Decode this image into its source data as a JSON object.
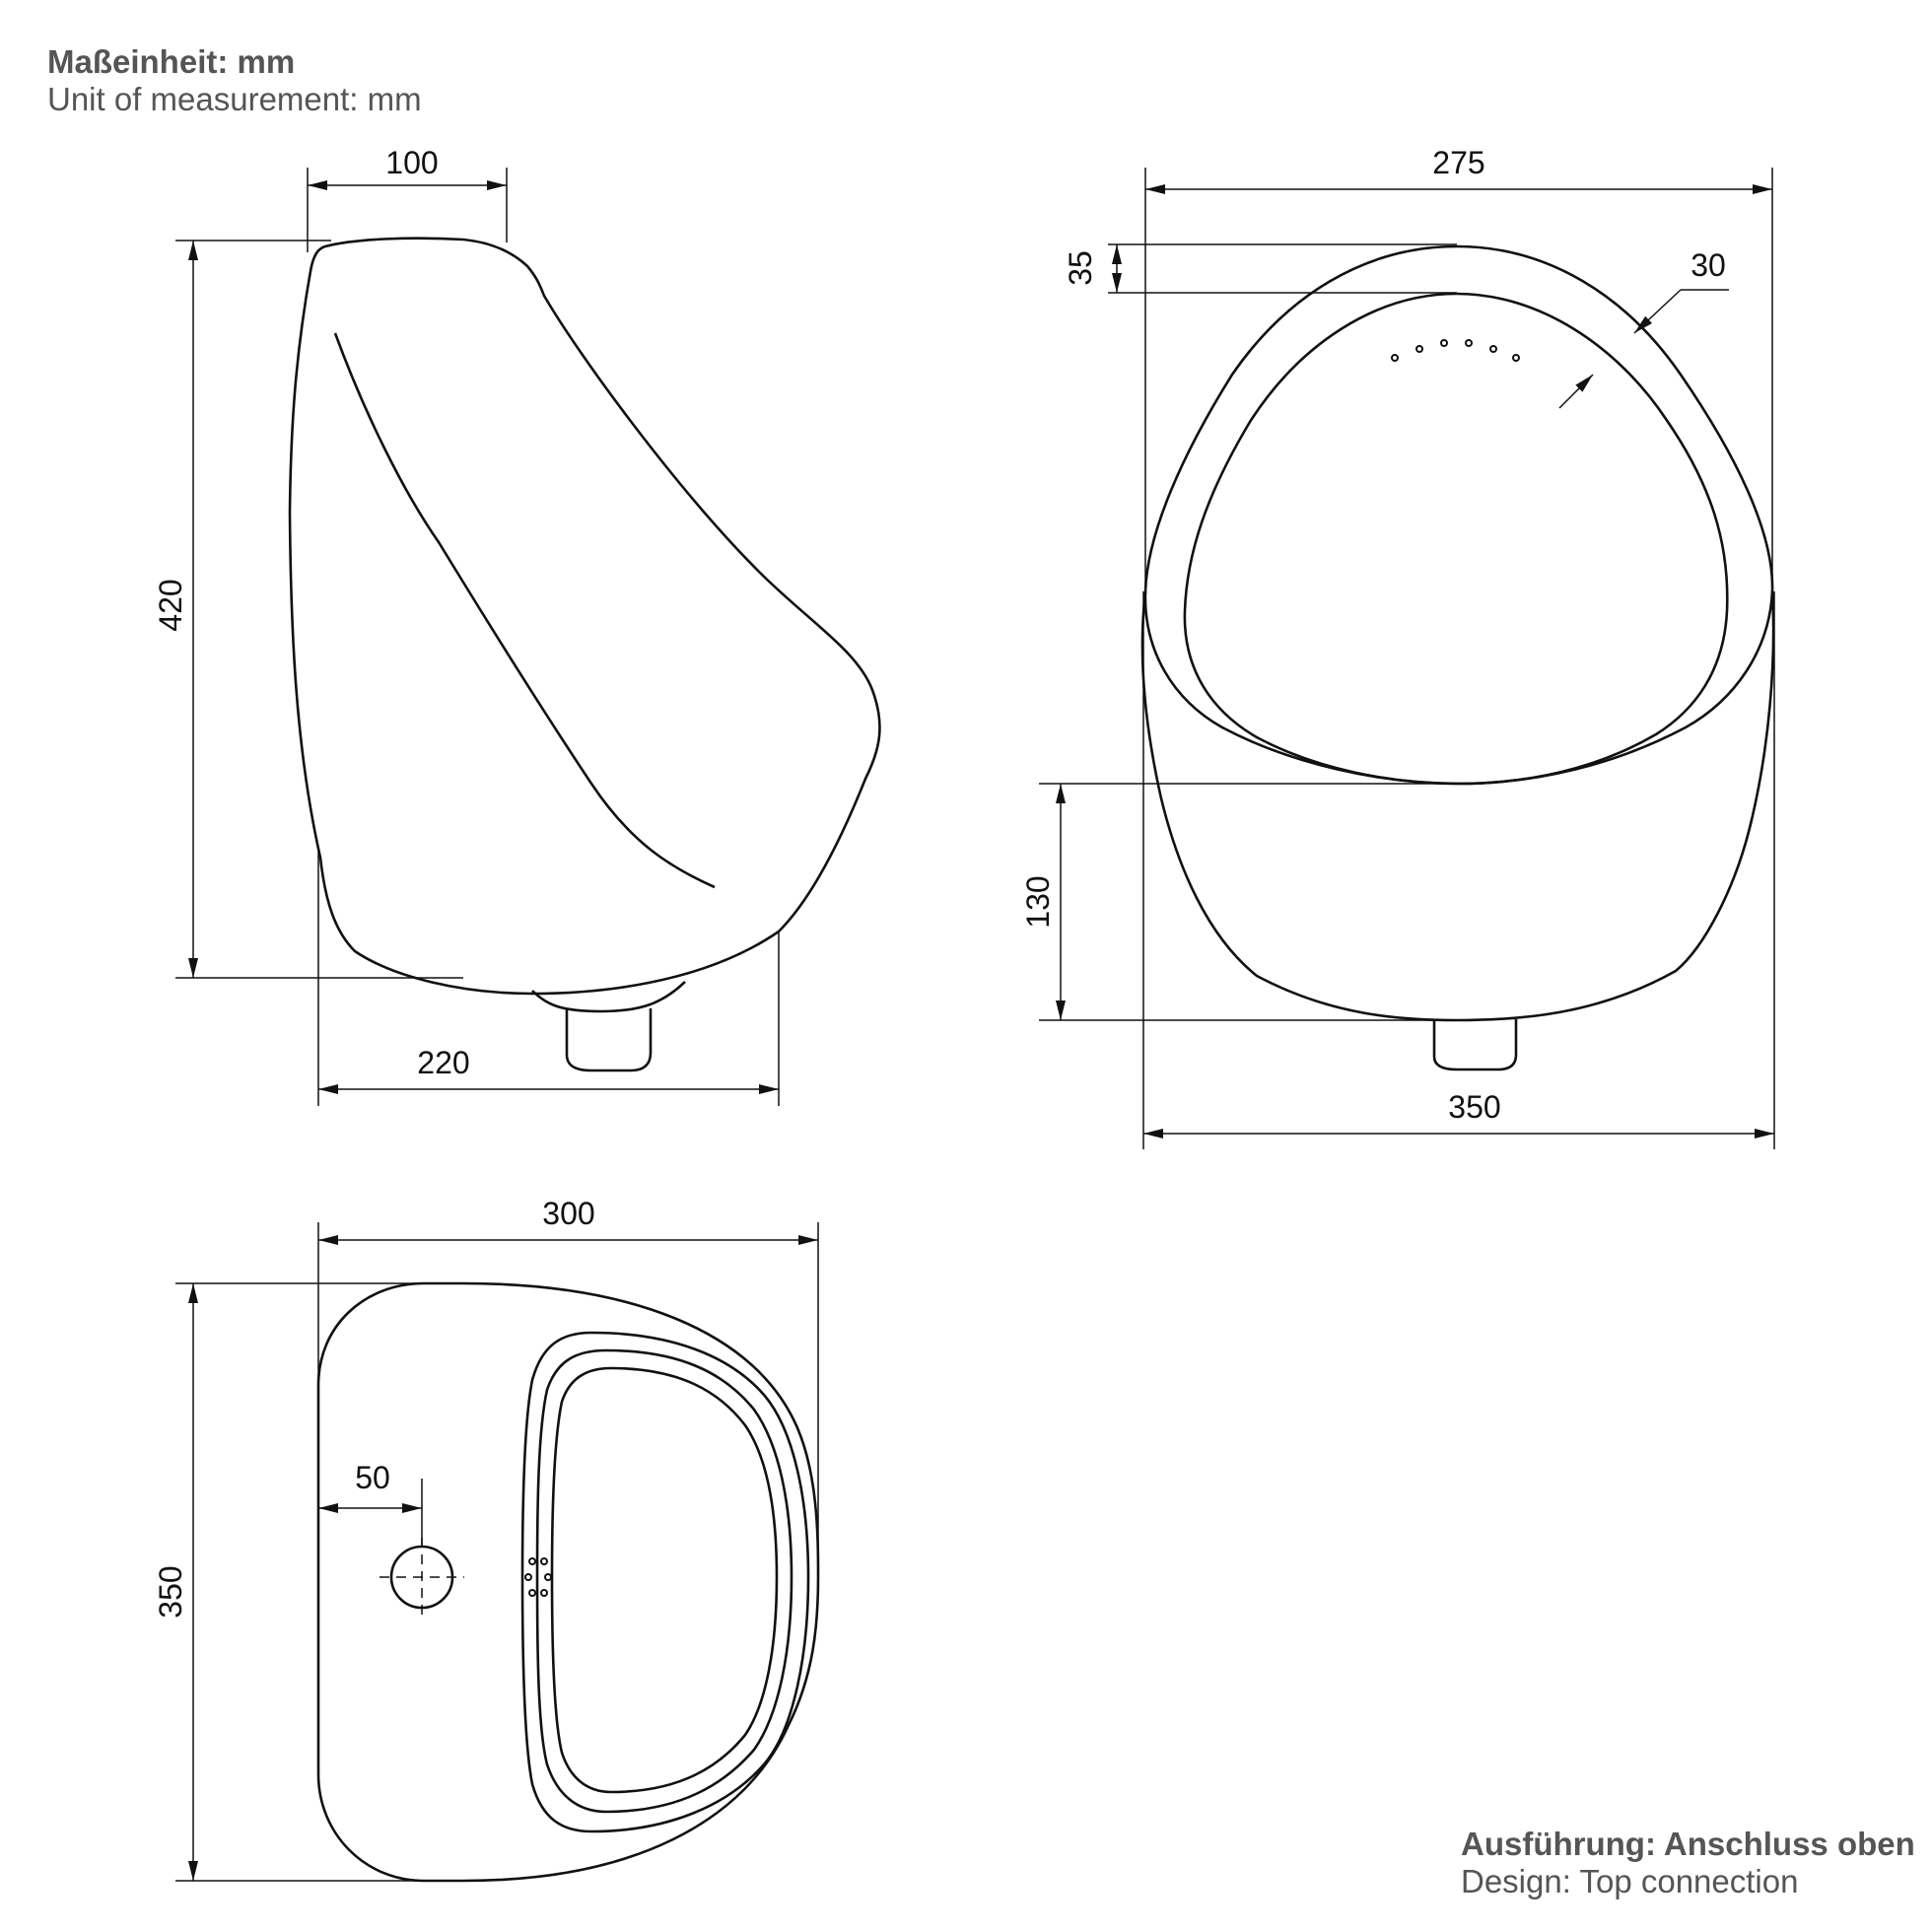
{
  "notes": {
    "unit_de": "Maßeinheit: mm",
    "unit_en": "Unit of measurement: mm",
    "design_de": "Ausführung: Anschluss oben",
    "design_en": "Design: Top connection"
  },
  "dimensions": {
    "side_depth_top": "100",
    "side_height": "420",
    "side_depth_bottom": "220",
    "front_top_width": "275",
    "front_rim_offset": "35",
    "front_rim_thickness": "30",
    "front_outlet_height": "130",
    "front_bottom_width": "350",
    "plan_width": "300",
    "plan_depth": "350",
    "plan_inlet_offset": "50"
  }
}
